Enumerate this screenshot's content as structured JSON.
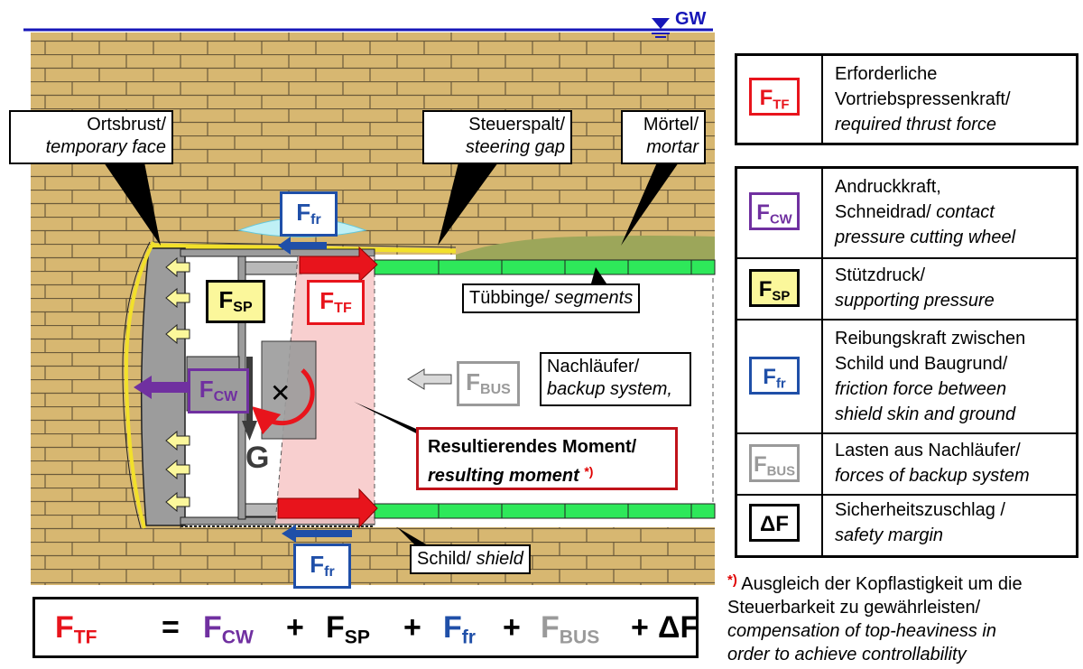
{
  "groundwater_label": "GW",
  "callouts": {
    "face": {
      "de": "Ortsbrust/",
      "en": "temporary face"
    },
    "steering": {
      "de": "Steuerspalt/",
      "en": "steering gap"
    },
    "mortar": {
      "de": "Mörtel/",
      "en": "mortar"
    },
    "segments": {
      "de": "Tübbinge/ ",
      "en": "segments"
    },
    "backup": {
      "de": "Nachläufer/",
      "en": "backup system,"
    },
    "shield": {
      "de": "Schild/ ",
      "en": "shield"
    }
  },
  "force_labels": {
    "F": "F",
    "tf": "TF",
    "cw": "CW",
    "sp": "SP",
    "fr": "fr",
    "bus": "BUS",
    "g": "G"
  },
  "moment": {
    "de": "Resultierendes Moment/",
    "en": "resulting moment",
    "star": "*)"
  },
  "legend": {
    "top": {
      "symbol_sub": "TF",
      "lines": [
        "Erforderliche",
        "Vortriebspressenkraft/",
        "required thrust force"
      ]
    },
    "rows": [
      {
        "key": "cw",
        "sub": "CW",
        "color": "#7030a0",
        "lines": [
          "Andruckkraft,",
          "Schneidrad/ contact",
          "pressure cutting wheel"
        ]
      },
      {
        "key": "sp",
        "sub": "SP",
        "color": "#000000",
        "lines": [
          "Stützdruck/",
          "supporting pressure"
        ]
      },
      {
        "key": "fr",
        "sub": "fr",
        "color": "#1f4fa8",
        "lines": [
          "Reibungskraft zwischen",
          "Schild und Baugrund/",
          "friction force between",
          "shield skin and ground"
        ]
      },
      {
        "key": "bus",
        "sub": "BUS",
        "color": "#9a9a9a",
        "lines": [
          "Lasten aus Nachläufer/",
          "forces of backup system"
        ]
      },
      {
        "key": "df",
        "sub": "",
        "color": "#000000",
        "lines": [
          "Sicherheitszuschlag /",
          "safety margin"
        ]
      }
    ],
    "delta_symbol": "ΔF"
  },
  "formula": {
    "lhs_sub": "TF",
    "eq": "=",
    "plus": "+",
    "terms": [
      "CW",
      "SP",
      "fr",
      "BUS"
    ],
    "delta": "ΔF"
  },
  "footnote": {
    "star": "*)",
    "de_1": " Ausgleich der Kopflastigkeit um die",
    "de_2": "Steuerbarkeit zu gewährleisten/",
    "en_1": "compensation of top-heaviness in",
    "en_2": "order to achieve controllability"
  },
  "colors": {
    "soil": "#d7b771",
    "brick_line": "#6b5a3a",
    "thrust": "#e8141c",
    "contact": "#7030a0",
    "support": "#fbf79b",
    "friction": "#1f4fa8",
    "backup": "#9a9a9a",
    "segment": "#2ee85a",
    "mortar": "#9ca65a",
    "groundwater": "#1616b8",
    "moment_fill": "#f7c7c7"
  }
}
